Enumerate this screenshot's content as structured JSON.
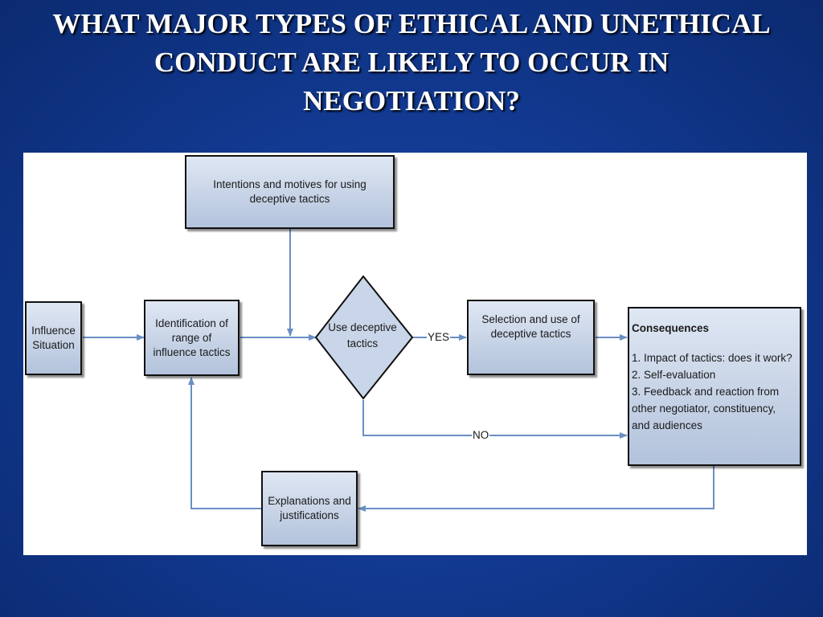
{
  "slide": {
    "title": "WHAT MAJOR TYPES OF ETHICAL AND UNETHICAL CONDUCT ARE LIKELY TO OCCUR IN NEGOTIATION?"
  },
  "diagram": {
    "nodes": {
      "intentions": "Intentions and motives for using deceptive tactics",
      "influence_situation": "Influence Situation",
      "identification": "Identification of range of influence tactics",
      "decision": "Use deceptive tactics",
      "selection": "Selection and use of deceptive tactics",
      "explanations": "Explanations and justifications"
    },
    "consequences": {
      "heading": "Consequences",
      "items": [
        "1. Impact of tactics: does it work?",
        "2. Self-evaluation",
        "3. Feedback and reaction from other negotiator, constituency, and audiences"
      ]
    },
    "edge_labels": {
      "yes": "YES",
      "no": "NO"
    },
    "colors": {
      "connector": "#6a8fc4",
      "box_border": "#111111",
      "title_text": "#ffffff"
    }
  }
}
